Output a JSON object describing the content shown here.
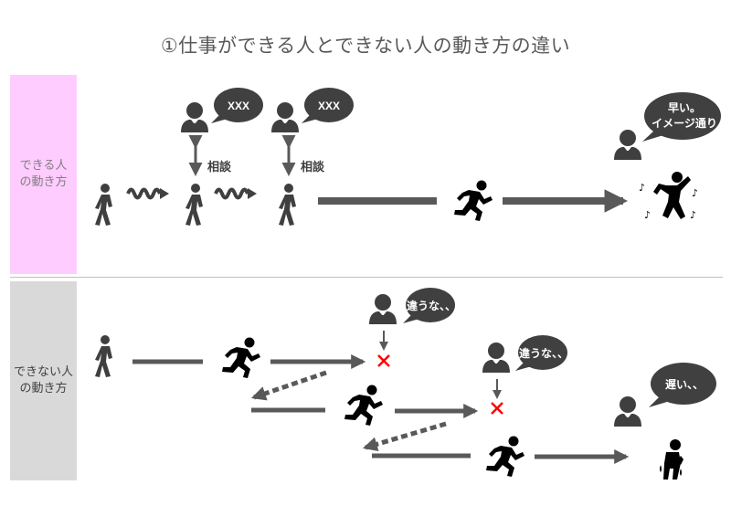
{
  "title": "①仕事ができる人とできない人の動き方の違い",
  "rows": {
    "can": {
      "label_line1": "できる人",
      "label_line2": "の動き方"
    },
    "cannot": {
      "label_line1": "できない人",
      "label_line2": "の動き方"
    }
  },
  "bubbles": {
    "consult1": "XXX",
    "consult2": "XXX",
    "praise_line1": "早い。",
    "praise_line2": "イメージ通り",
    "reject1": "違うな、、",
    "reject2": "違うな、、",
    "late": "遅い、、"
  },
  "consult_labels": [
    "相談",
    "相談"
  ],
  "colors": {
    "bubble": "#404040",
    "arrow": "#595959",
    "wrong_mark": "#ff0000",
    "can_band": "#ffccff",
    "cannot_band": "#d9d9d9"
  }
}
